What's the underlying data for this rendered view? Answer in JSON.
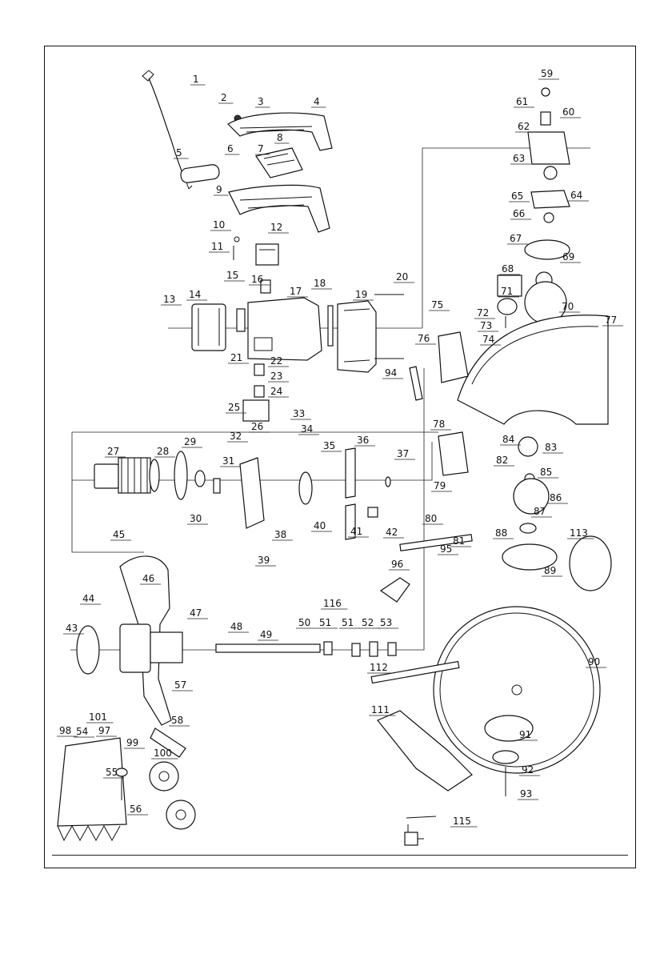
{
  "diagram": {
    "callouts": [
      {
        "id": "1",
        "label": "1"
      },
      {
        "id": "2",
        "label": "2"
      },
      {
        "id": "3",
        "label": "3"
      },
      {
        "id": "4",
        "label": "4"
      },
      {
        "id": "5",
        "label": "5"
      },
      {
        "id": "6",
        "label": "6"
      },
      {
        "id": "7",
        "label": "7"
      },
      {
        "id": "8",
        "label": "8"
      },
      {
        "id": "9",
        "label": "9"
      },
      {
        "id": "10",
        "label": "10"
      },
      {
        "id": "11",
        "label": "11"
      },
      {
        "id": "12",
        "label": "12"
      },
      {
        "id": "13",
        "label": "13"
      },
      {
        "id": "14",
        "label": "14"
      },
      {
        "id": "15",
        "label": "15"
      },
      {
        "id": "16",
        "label": "16"
      },
      {
        "id": "17",
        "label": "17"
      },
      {
        "id": "18",
        "label": "18"
      },
      {
        "id": "19",
        "label": "19"
      },
      {
        "id": "20",
        "label": "20"
      },
      {
        "id": "21",
        "label": "21"
      },
      {
        "id": "22",
        "label": "22"
      },
      {
        "id": "23",
        "label": "23"
      },
      {
        "id": "24",
        "label": "24"
      },
      {
        "id": "25",
        "label": "25"
      },
      {
        "id": "26",
        "label": "26"
      },
      {
        "id": "27",
        "label": "27"
      },
      {
        "id": "28",
        "label": "28"
      },
      {
        "id": "29",
        "label": "29"
      },
      {
        "id": "30",
        "label": "30"
      },
      {
        "id": "31",
        "label": "31"
      },
      {
        "id": "32",
        "label": "32"
      },
      {
        "id": "33",
        "label": "33"
      },
      {
        "id": "34",
        "label": "34"
      },
      {
        "id": "35",
        "label": "35"
      },
      {
        "id": "36",
        "label": "36"
      },
      {
        "id": "37",
        "label": "37"
      },
      {
        "id": "38",
        "label": "38"
      },
      {
        "id": "39",
        "label": "39"
      },
      {
        "id": "40",
        "label": "40"
      },
      {
        "id": "41",
        "label": "41"
      },
      {
        "id": "42",
        "label": "42"
      },
      {
        "id": "45",
        "label": "45"
      },
      {
        "id": "46",
        "label": "46"
      },
      {
        "id": "44",
        "label": "44"
      },
      {
        "id": "47",
        "label": "47"
      },
      {
        "id": "43",
        "label": "43"
      },
      {
        "id": "48",
        "label": "48"
      },
      {
        "id": "49",
        "label": "49"
      },
      {
        "id": "50",
        "label": "50"
      },
      {
        "id": "116",
        "label": "116"
      },
      {
        "id": "51a",
        "label": "51"
      },
      {
        "id": "51b",
        "label": "51"
      },
      {
        "id": "52",
        "label": "52"
      },
      {
        "id": "53",
        "label": "53"
      },
      {
        "id": "57",
        "label": "57"
      },
      {
        "id": "58",
        "label": "58"
      },
      {
        "id": "101",
        "label": "101"
      },
      {
        "id": "54",
        "label": "54"
      },
      {
        "id": "97",
        "label": "97"
      },
      {
        "id": "98",
        "label": "98"
      },
      {
        "id": "99",
        "label": "99"
      },
      {
        "id": "100",
        "label": "100"
      },
      {
        "id": "55",
        "label": "55"
      },
      {
        "id": "56",
        "label": "56"
      },
      {
        "id": "59",
        "label": "59"
      },
      {
        "id": "61",
        "label": "61"
      },
      {
        "id": "60",
        "label": "60"
      },
      {
        "id": "62",
        "label": "62"
      },
      {
        "id": "63",
        "label": "63"
      },
      {
        "id": "65",
        "label": "65"
      },
      {
        "id": "64",
        "label": "64"
      },
      {
        "id": "66",
        "label": "66"
      },
      {
        "id": "67",
        "label": "67"
      },
      {
        "id": "69",
        "label": "69"
      },
      {
        "id": "68",
        "label": "68"
      },
      {
        "id": "71",
        "label": "71"
      },
      {
        "id": "75a",
        "label": "75"
      },
      {
        "id": "72",
        "label": "72"
      },
      {
        "id": "73",
        "label": "73"
      },
      {
        "id": "74",
        "label": "74"
      },
      {
        "id": "70",
        "label": "70"
      },
      {
        "id": "77",
        "label": "77"
      },
      {
        "id": "76",
        "label": "76"
      },
      {
        "id": "94",
        "label": "94"
      },
      {
        "id": "78",
        "label": "78"
      },
      {
        "id": "84",
        "label": "84"
      },
      {
        "id": "83",
        "label": "83"
      },
      {
        "id": "82",
        "label": "82"
      },
      {
        "id": "79",
        "label": "79"
      },
      {
        "id": "85",
        "label": "85"
      },
      {
        "id": "86",
        "label": "86"
      },
      {
        "id": "80",
        "label": "80"
      },
      {
        "id": "87",
        "label": "87"
      },
      {
        "id": "88",
        "label": "88"
      },
      {
        "id": "81",
        "label": "81"
      },
      {
        "id": "113",
        "label": "113"
      },
      {
        "id": "95",
        "label": "95"
      },
      {
        "id": "89",
        "label": "89"
      },
      {
        "id": "96",
        "label": "96"
      },
      {
        "id": "90",
        "label": "90"
      },
      {
        "id": "112",
        "label": "112"
      },
      {
        "id": "111",
        "label": "111"
      },
      {
        "id": "91",
        "label": "91"
      },
      {
        "id": "92",
        "label": "92"
      },
      {
        "id": "93",
        "label": "93"
      },
      {
        "id": "115",
        "label": "115"
      }
    ]
  }
}
